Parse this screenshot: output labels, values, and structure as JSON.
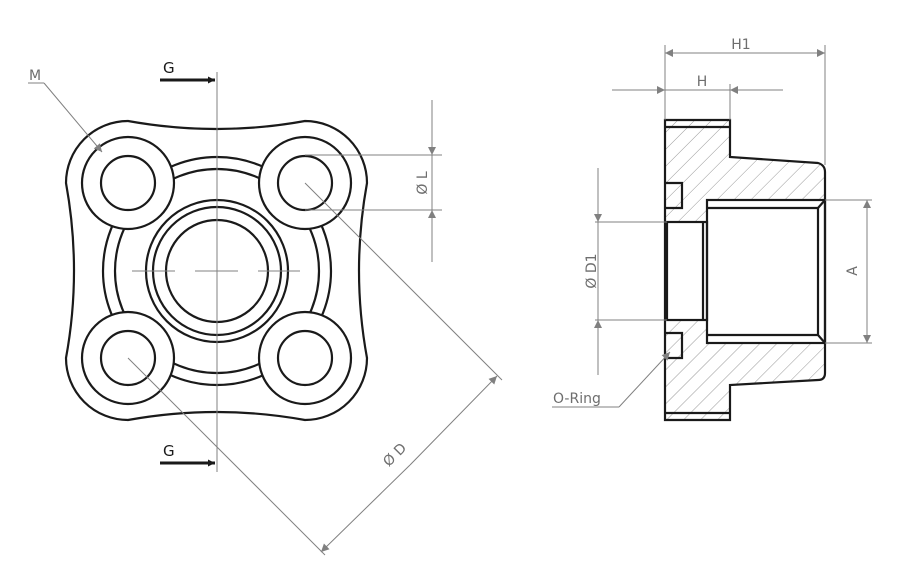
{
  "labels": {
    "thread": "M",
    "section_top": "G",
    "section_bottom": "G",
    "bolt_hole_dia": "Ø L",
    "bolt_circle_dia": "Ø D",
    "overall_height": "H1",
    "flange_height": "H",
    "bore_dia": "Ø D1",
    "thread_size": "A",
    "oring": "O-Ring"
  },
  "colors": {
    "outline": "#1a1a1a",
    "dimension": "#808080"
  }
}
